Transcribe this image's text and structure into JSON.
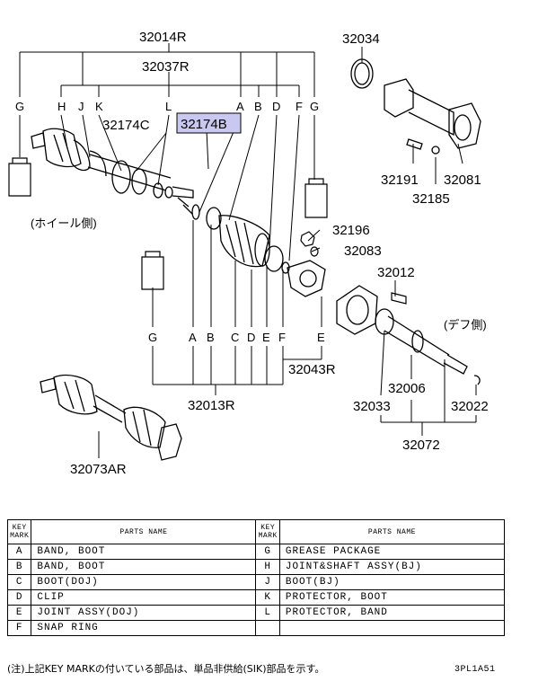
{
  "diagram": {
    "parts": {
      "p32014R": "32014R",
      "p32037R": "32037R",
      "p32174C": "32174C",
      "p32174B": "32174B",
      "p32034": "32034",
      "p32191": "32191",
      "p32081": "32081",
      "p32185": "32185",
      "p32196": "32196",
      "p32083": "32083",
      "p32012": "32012",
      "p32043R": "32043R",
      "p32013R": "32013R",
      "p32006": "32006",
      "p32033": "32033",
      "p32022": "32022",
      "p32072": "32072",
      "p32073AR": "32073AR"
    },
    "top_marks": [
      "G",
      "H",
      "J",
      "K",
      "L",
      "A",
      "B",
      "D",
      "F",
      "G"
    ],
    "bottom_marks": [
      "G",
      "A",
      "B",
      "C",
      "D",
      "E",
      "F",
      "E"
    ],
    "wheel_side": "(ホイール側)",
    "diff_side": "(デフ側)",
    "highlight_color": "#c8c8f0"
  },
  "legend": {
    "header_key": [
      "KEY",
      "MARK"
    ],
    "header_name": "PARTS NAME",
    "rows": [
      {
        "k1": "A",
        "n1": "BAND, BOOT",
        "k2": "G",
        "n2": "GREASE PACKAGE"
      },
      {
        "k1": "B",
        "n1": "BAND, BOOT",
        "k2": "H",
        "n2": "JOINT&SHAFT ASSY(BJ)"
      },
      {
        "k1": "C",
        "n1": "BOOT(DOJ)",
        "k2": "J",
        "n2": "BOOT(BJ)"
      },
      {
        "k1": "D",
        "n1": "CLIP",
        "k2": "K",
        "n2": "PROTECTOR, BOOT"
      },
      {
        "k1": "E",
        "n1": "JOINT ASSY(DOJ)",
        "k2": "L",
        "n2": "PROTECTOR, BAND"
      },
      {
        "k1": "F",
        "n1": "SNAP RING",
        "k2": "",
        "n2": ""
      }
    ]
  },
  "note": "(注)上記KEY MARKの付いている部品は、単品非供給(SIK)部品を示す。",
  "code": "3PL1A51"
}
